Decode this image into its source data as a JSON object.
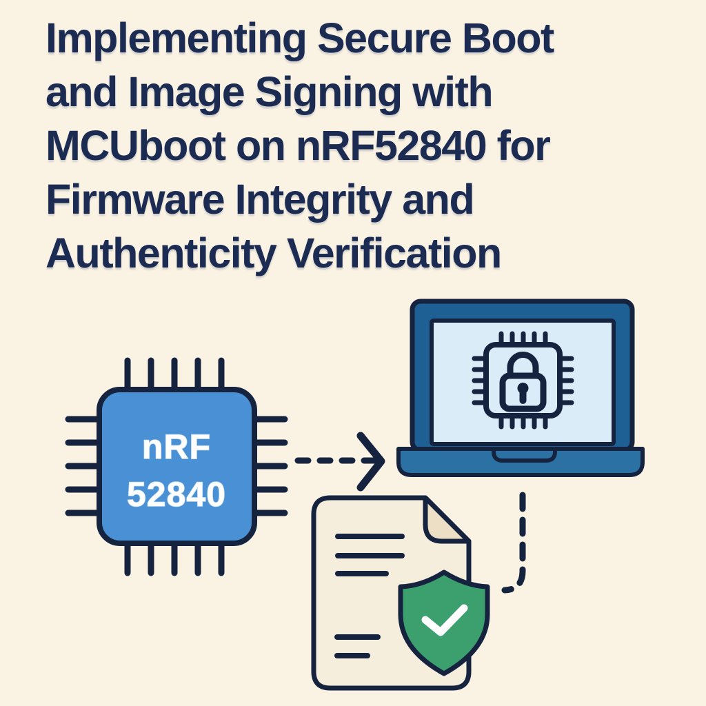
{
  "title": {
    "lines": [
      "Implementing Secure Boot",
      "and Image Signing with",
      "MCUboot on nRF52840 for",
      "Firmware Integrity and",
      "Authenticity Verification"
    ]
  },
  "diagram": {
    "chip_label": {
      "line1": "nRF",
      "line2": "52840"
    },
    "icons": [
      "mcu-chip-icon",
      "dashed-arrow-icon",
      "laptop-icon",
      "secure-chip-icon",
      "lock-icon",
      "signed-document-icon",
      "verified-shield-icon",
      "checkmark-icon",
      "dashed-connector-icon"
    ]
  },
  "colors": {
    "background": "#faf3e4",
    "title_navy": "#1b2b52",
    "outline_navy": "#16233f",
    "chip_blue": "#4a90d4",
    "laptop_frame_blue": "#1e6094",
    "laptop_base_blue": "#2b71a4",
    "screen_light_blue": "#d9ecf7",
    "document_cream": "#f6eedd",
    "fold_tan": "#ecdfc6",
    "shield_green": "#3ba06e",
    "text_white": "#ffffff"
  }
}
